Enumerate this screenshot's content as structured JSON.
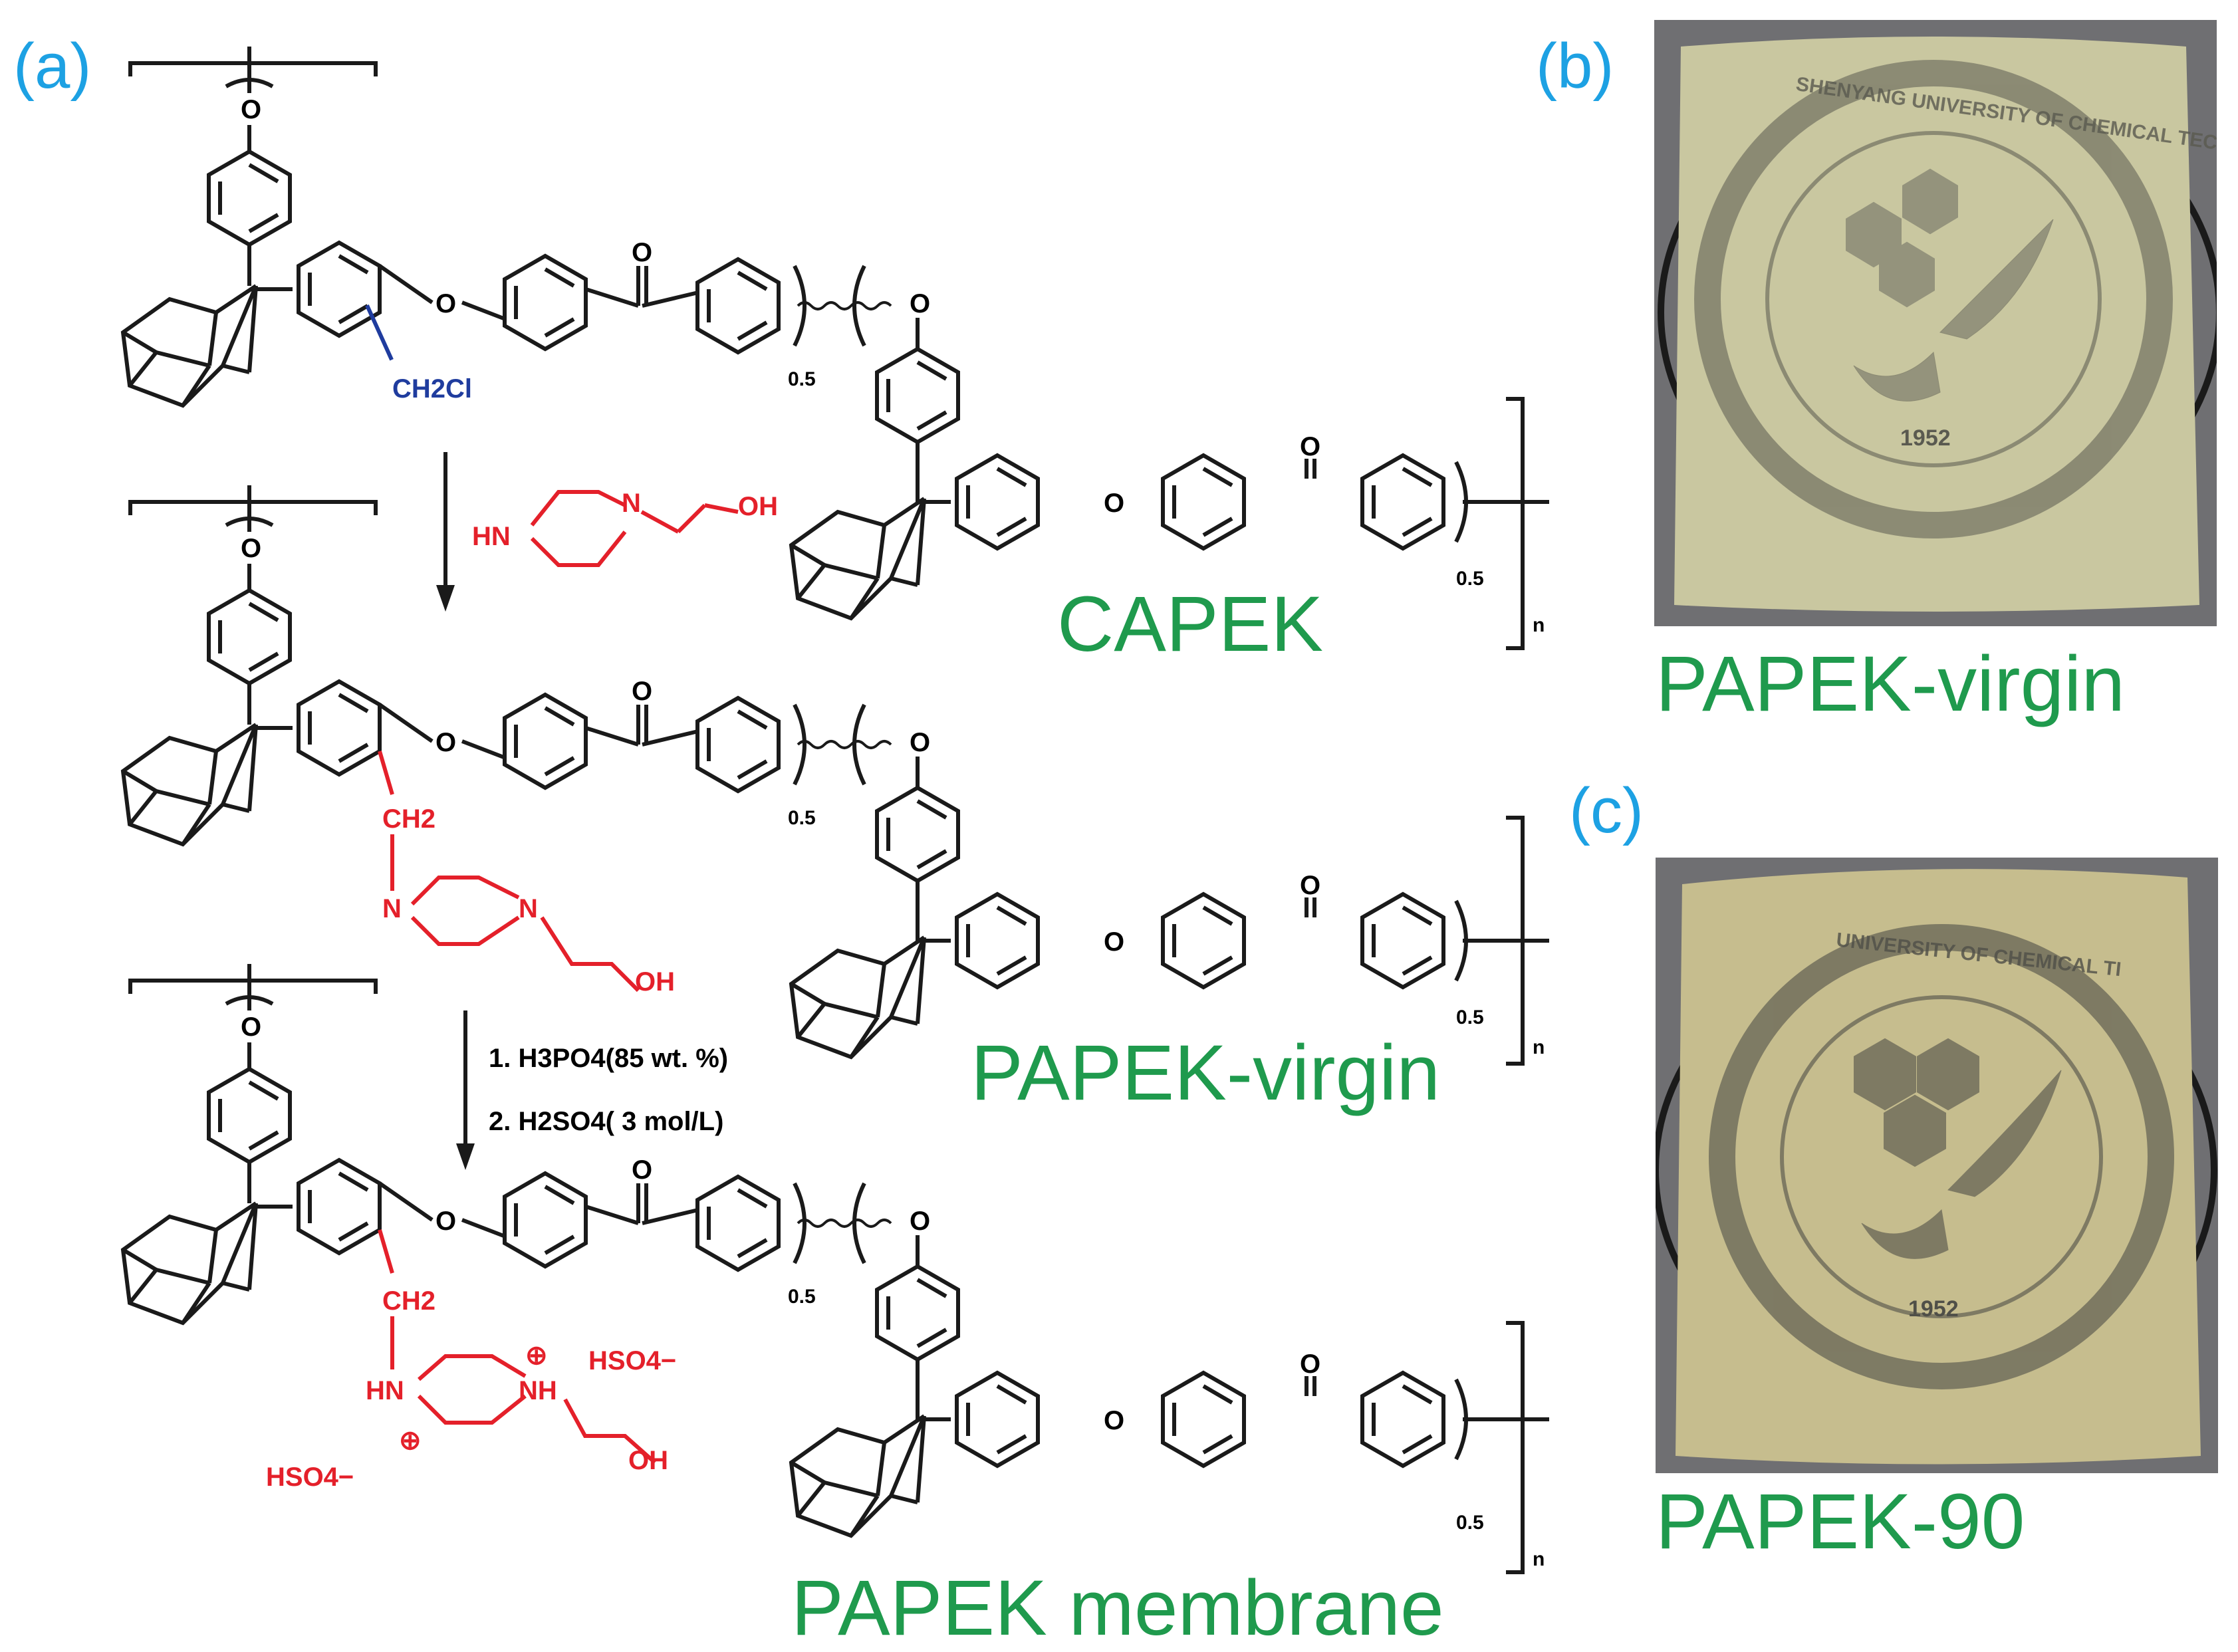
{
  "panels": {
    "a": "(a)",
    "b": "(b)",
    "c": "(c)"
  },
  "labels": {
    "capek": "CAPEK",
    "papek_virgin": "PAPEK-virgin",
    "papek_membrane": "PAPEK membrane",
    "photo_b_caption": "PAPEK-virgin",
    "photo_c_caption": "PAPEK-90"
  },
  "structure_text": {
    "oxygen": "O",
    "hydroxyl": "OH",
    "amine_n": "N",
    "amine_nh": "HN",
    "protonated_nh": "NH",
    "protonated_hn": "HN",
    "chloromethyl": "CH2Cl",
    "methylene": "CH2",
    "bisulfate": "HSO4−",
    "plus": "⊕",
    "fraction": "0.5",
    "repeat": "n"
  },
  "reaction": {
    "step2_line1": "1. H3PO4(85 wt. %)",
    "step2_line2": "2. H2SO4( 3 mol/L)"
  },
  "seal": {
    "ring_text": "SHENYANG UNIVERSITY OF CHEMICAL TECHNOLOGY",
    "ring_text_c": "UNIVERSITY OF CHEMICAL TI",
    "year": "1952"
  },
  "colors": {
    "panel_label": "#1da1e3",
    "green_label": "#1f9a4d",
    "chloromethyl_blue": "#1f3c9e",
    "reagent_red": "#e4202a",
    "bond": "#1a1a1a",
    "film_b": "#c9c7a0",
    "film_c": "#c6bd8e",
    "photo_bg": "#6f6f72"
  }
}
